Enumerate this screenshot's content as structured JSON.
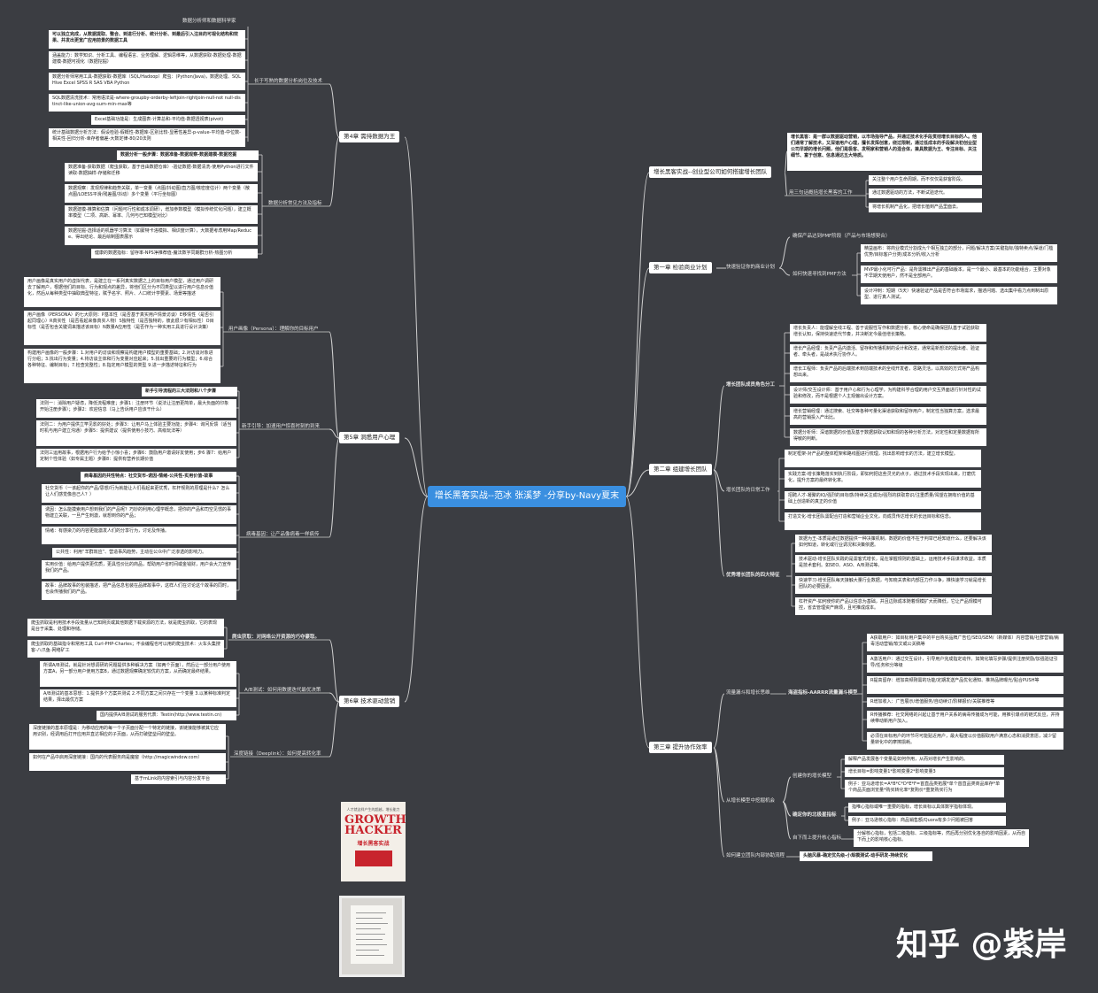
{
  "root": "增长黑客实战--范冰 张溪梦 -分享by-Navy夏末",
  "watermark": "知乎 @紫岸",
  "cover": {
    "top": "人才就这样产生的超越，增长能力",
    "title": "GROWTH HACKER",
    "subtitle": "增长黑客实战"
  },
  "chapters": {
    "ch4": "第4章 需持数据为王",
    "ch5": "第5章 洞悉用户心理",
    "ch6": "第6章 技术驱动营销",
    "intro": "增长黑客实战--创业型公司如何搭建增长团队",
    "ch1": "第一章 检验商业计划",
    "ch2": "第二章 组建增长团队",
    "ch3": "第三章 提升协作效率"
  },
  "left": {
    "ch4_top_label": "数据分析师和数据科学家",
    "ch4_b1": "可以独立完成，从数据提取、整合、到进行分析、统计分析、到最后引入注目的可视化结构和效果、并发出更宽广应用前景的数据工具",
    "ch4_b2": "涵盖能力：数学知识、分析工具、编程语言、业务理解、逻辑思维等，从数据获取-数据处理-数据建模-数据可视化（数据挖掘）",
    "ch4_b3": "数据分析师常用工具-数据获取-数据库（SQL/Hadoop）爬虫：(Python/Java)，数据处理、SQL Hive Excel SPSS R SAS VBA Python",
    "ch4_b4": "SQL数据清洗技术：常用语法是-where-groupby-orderby-leftjoin-rightjoin-null-not null-distinct-like-union-avg-sum-min-max等",
    "ch4_b5": "Excel基础功能是：生成图表-计算总和-平均值-数据透视表(pivot)",
    "ch4_b6": "统计基础数据分析方法：假设检验-假概性-数据库-区别比较-显著性差异-p-value-平均值-中位数-相关性-回归分析-幸存者偏差-大数定律-80/20法则",
    "ch4_r1": "长于写熟的数据分析岗位及技术",
    "ch4_b7": "数据分析一般步骤：数据准备-数据观察-数据建模-数据挖掘",
    "ch4_b8": "数据准备-获取数据（爬虫获取，基于自由数据仓库）-验证数据-数据清洗-使用Python进行文件读取-数据抽样-存储和迁移",
    "ch4_b9": "数据观察：发现规律和趋势关联，单一变量（点图/抖动图/直方图/核密度估计）两个变量（散点图/LOESS平滑/残差图/抖动）多个变量（平行坐标图）",
    "ch4_b10": "数据建模-推算和估算（问题可行性和成本调研），增加参数模型（模拟传统优化问题），建立概率模型（二项、高斯、幂率、几何与已知模型对比）",
    "ch4_b11": "数据挖掘-选择适的机器学习算法（如蒙特卡洛模拟、相识度计算），大数据考虑用Map/Reduce、得出结论、最后绘制图表展示",
    "ch4_r2": "数据分析常见方法及指标",
    "ch4_b12": "健康的数据指标：留存率-NPS净推荐值-魔法数字同期群分析-热图分析",
    "ch5_b1": "用户画像是真实用户的虚拟代表，是建立在一系列真实数据之上的目标用户模型，通过用户调研去了解用户，根据他们的目标、行为和观点的差异，将他们区分为不同类型以进行用户信息价值化，然后从每种类型中抽取典型特征，赋予名字、照片、人口统计学要素、场景等描述",
    "ch5_b2": "用户画像（PERSONA）的七大原则：P基本性（是否基于真实用户情景访谈）E移情性（是否引起同理心）R真实性（是否看起来像真实人物）S独特性（是否独特的，彼此很少有相似性）O目标性（是否包含关键词来描述该目标）N数量A应用性（是否作为一种实用工具进行设计决策）",
    "ch5_b3": "构建用户画像的一般步骤：1.对用户的访谈和观察是构建用户模型的重要基础；2.对访谈对象进行分组；3.找出行为变量；4.将访谈主体和行为变量对应起来；5.找出重要的行为模型；6.综合各种特征、编制目标；7.检查完整性；8.指定用户模型的类型 9.进一步描述特征和行为",
    "ch5_r1": "用户画像（Persona）：理解你的目标用户",
    "ch5_b4": "新手引导流程的三大法则和八个步骤",
    "ch5_b5": "法则一：消除用户疑虑，降低流程难度；步骤1：注册环节（说法让注册更简单，最大负面的印象开始注册步骤）；步骤2：欢迎信息（马上告诉用户应该干什么）",
    "ch5_b6": "法则二：为用户提供立竿见影的好处；步骤3：让用户马上体验主要功能；步骤4：询问反馈（适当时机与用户建立沟通）步骤5：提供建议（提供使用小技巧、高级玩法等）",
    "ch5_b7": "法则三运用故事，根据用户行为给予小惊小喜；步骤6：鼓励用户邀请好友使用；步6 骤7：给用户定制个性体验（如专属主题）步骤8：提供有营养长期价值",
    "ch5_r2": "新手引导：加速用户惊喜时刻的到来",
    "ch5_b8": "病毒基因的共性特点：社交货币-诱因-情绪-公共性-实用价值-故事",
    "ch5_b9": "社交货币（一该起你的产品/思想/行为就能让人们看起来更优秀，杠杆规则的原理是什么？怎么让人们感觉像自己人？）",
    "ch5_b10": "诱因：怎么能摸索用户想到我们的产品呢？巧妙的利用心理学概念，把你的产品和司空见惯的事物建立关联，一旦产生刺激，就想到你的产品；",
    "ch5_b11": "情绪：有感染力的内容更能激发人们的分享行为，讨论及传播。",
    "ch5_b12": "公共性：利用“羊群效应”、营造事风趋势，主动在公众中广泛渗透的影响力。",
    "ch5_b13": "实用价值：给用户提供更优质，更具性价比的商品，帮助用户省时间或金钱财，用户会大力宣传我们的产品。",
    "ch5_b14": "故事：品牌故事的包装描述，把产品信息包装在品牌故事中，这样人们在讨论这个故事的同时，也会传播我们的产品。",
    "ch5_r3": "病毒基因：让产品像病毒一样疯传",
    "ch6_b1": "爬虫抓取是利用技术手段批量从已知网页或其他数据下载资源的方法，就是爬虫抓取，它的表现是台于采集、处理和存储。",
    "ch6_b2": "爬虫抓取的基础指令和常用工具 Curl-PHP-Charles；不会编程也可以用的爬虫技术：火车头集搜客-八爪鱼-网络矿工",
    "ch6_r1": "爬虫获取：对网络公开资源的巧夺豪取。",
    "ch6_b3": "所谓A/B测试，就是针对想调研的问题提供多种解决方案（如两个页面），然后让一部分用户使用方案A，另一部分用户使用方案B，通过数据观察确定较优的方案，从而确定最终结果。",
    "ch6_b4": "A/B测试的基本思想：1.提供多个方案并测试 2.不同方案之间只存在一个变量 3.以某种标准判定结果，择出最优方案",
    "ch6_b5": "国内提供A/B测试的服务代表：Testin(http://www.testin.cn)",
    "ch6_r2": "A/B测试：如何用数据迭代最优决策",
    "ch6_b6": "深度链接的基本原理是：为移动应用的每一个子页面分配一个特定的链接，该链接能够被其它应用识别，经调用后打开应用并直达相应的子页面，从而打破壁垒间的壁垒。",
    "ch6_b7": "如何在产品中启用深度链接：国内的代表服务商是魔窗（http://magicwindow.com）",
    "ch6_r3": "深度链接（Deeplink）：如何提高转化率",
    "ch6_b8": "基于mLink的内容索引与内容分发平台"
  },
  "right": {
    "intro_b1": "增长黑客：是一群以数据驱动营销，以市场指导产品，并通过技术化手段贯彻增长目标的人。他们通常了解技术，又深谙用户心理，擅长发挥创意，绕过限制，通过低成本的手段解决初创业型公司早期的增长问题，他们是极客、发明家和营销人的混合体，兼具数据为王、专注目标、关注细节、富于创意、信息通达五大特质。",
    "intro_r1": "用三句话概括增长黑客的工作",
    "intro_b2": "关注整个用户生命周期，而不仅仅是获客阶段。",
    "intro_b3": "通过数据驱动的方法，不断试验迭代。",
    "intro_b4": "将增长机制产品化，把增长植到产品里面去。",
    "ch1_l1": "确保产品达到PMF阶段（产品与市场想契合）",
    "ch1_r1": "快速验证你的商业计划",
    "ch1_r2": "如何快速寻找到PMF方法",
    "ch1_b1": "精益画布：将商业模式分割成九个相互独立的部分，问题/解决方案/关键指标/独特卖点/渠道/门槛优势/目标客户分类/成本分析/收入分析",
    "ch1_b2": "MVP最小化可行产品：是所需推出产品的基础版本，是一个最小、最基本的功能组合，主要对象不早期天使用户，然不是全部用户。",
    "ch1_b3": "设计冲刺：短期（5天）快速验证产品是否符合市场需求，描述问题、选出集中看力点到制出原型、进行真人测试。",
    "ch2_r1": "增长团队成员角色分工",
    "ch2_b1": "增长负责人：能理解全线工程、善于说服性写作和数据分析，核心使命是确保团队基于试验获取增长认知，保持快速迭代节奏，并决断定今最佳增长策略。",
    "ch2_b2": "增长产品经理：负责产品内激活、留存和传播机制的设计和改进，通常是新想法的提出者、验证者、牵头者，是战术执行协作人。",
    "ch2_b3": "增长工程师：负责产品的后端技术到前端技术的全线开发者，思路灵活，以高效的方式将产品构想出来。",
    "ch2_b4": "设计师/交互设计师：基于用户心和行为心理学，为构建科学合理的用户交互界面进行针对性的试验和修改，而不是根据个人主观偏出设计方案。",
    "ch2_b5": "增长营销经理：通过搜索、社交等各种可量化渠道获取和留存用户，制定性当独算方案，选求最高的营销投入产出比。",
    "ch2_b6": "数据分析师：深谙数据的价值及基于数据获取认知和现的各种分析方法，对定性和定量数据有所得敏的判断。",
    "ch2_r2": "增长团队的日常工作",
    "ch2_b7": "制定框架-对产品的整体框架和路线图进行梳理，找出影响增长的方法，建立增长模型。",
    "ch2_b8": "实践方案-增长策略落实到执行阶段，即如何把这些灵光的点子，通过技术手段实现出来，打磨优化，提升方案的最终转化率。",
    "ch2_b9": "招聘人才-凝聚的IQ/强烈的目标感/持续关注成功/强烈的获取意识/注重质量/渴望在拥有价值的基础上创造新的真正的价值",
    "ch2_b10": "打造文化-增长团队需配合打造和营销企业文化，向成员传达增长的长远目标和信念。",
    "ch2_r3": "优秀增长团队的四大特征",
    "ch2_b11": "数据为王-本质是通过数据提供一种决策机制，数据的价值不在于判举已经知道什么，还要解决该如何知道，转化或行业调况和决策依据。",
    "ch2_b12": "技术驱动-增长团队实践的是需客式增长，是在掌握规则的基础上，运用技术手段谋求收益。本质是技术套利。如SEO、ASO、A/B测试等。",
    "ch2_b13": "快速学习-增长团队每天接触大量行业数据，与知晓关表和内部压力作斗争，推快速学习就是增长团队的必要因素。",
    "ch2_b14": "杠杆资产-如何使你的产品以信息为基础，并且边际成本随着规模扩大而降低，它让产品规模可控，省去管理资产麻烦，且可推成成本。",
    "ch3_r1": "流量漏斗和增长思维",
    "ch3_r2": "海盗指标-AARRR流量漏斗模型",
    "ch3_b1": "A获取用户：如目标用户集中的平台购买品牌广告位/SEO/SEM/（新媒体）内容营销/社群营销/病毒活动营销/软文或公关稿等",
    "ch3_b2": "A激活用户：通过交互设计，引导用户完成指定动作。如简化填写步骤/提供注册奖励/加强验证引导/任务积分等级",
    "ch3_b3": "R提高留存：增加高频刚需的功能/定期发送产品优化通知、推持品牌曝光/贴合PUSH等",
    "ch3_b4": "R增加收入：广告展示/增值服务/自动续订/阶梯报价/关联推荐等",
    "ch3_b5": "R传播推荐：社交网络的兴起让基于用户关系的病毒传播成为可能，用推引爆点的链式反应，并持续带动新用户加入。",
    "ch3_b6": "必须在目标用户的环节尽可能贴近用户，最大程度以价值服取用户满意心态和消费意愿，减少留量转化中的摩擦损耗。",
    "ch3_r3": "从增长模型中挖掘机会",
    "ch3_r4": "创建你的增长模型",
    "ch3_b7": "解释产品发展各个变量是如何作用，从而对增长产生影响的。",
    "ch3_b8": "增长目标=影响变量1*影响变量2*影响变量3",
    "ch3_b9": "例子：亚马逊增长=A*B*C*D*E*F=首直品类拓展*单个首直品类商品库存*单个商品页面浏览量*购买转化率*复购价*重复购买行为",
    "ch3_r5": "确定你的北极星指标",
    "ch3_b10": "指唯心指标或唯一重要的指标，增长目标以具体数字指标体现。",
    "ch3_b11": "例子：亚马逊核心指标：商品销售额/Quora有多少问题被回答",
    "ch3_r6": "自下而上提升核心指标",
    "ch3_b12": "分解核心指标，包括二级指标、三级指标等，然后再分别优化各自的影响因素，从而自下而上的影响核心指标。",
    "ch3_r7": "如何建立团队内部协助流程",
    "ch3_b13": "头脑风暴-确定优先级-小规模测试-动手研发-持续优化"
  },
  "colors": {
    "background": "#3b3d42",
    "root": "#3a8fe0",
    "line": "#cfcfcf"
  }
}
